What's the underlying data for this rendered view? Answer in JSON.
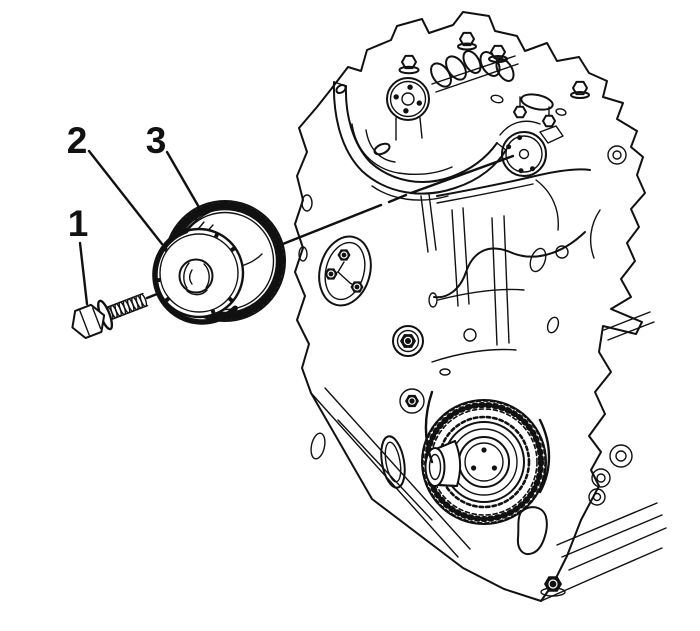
{
  "page": {
    "background_color": "#ffffff",
    "ink_color": "#111111",
    "kind": "engine service manual line illustration"
  },
  "figure": {
    "subject": "camshaft actuator sprocket and bolt installation into engine front",
    "callouts": [
      {
        "number": "1",
        "target": "actuator-bolt"
      },
      {
        "number": "2",
        "target": "camshaft-actuator-body"
      },
      {
        "number": "3",
        "target": "actuator-sprocket-teeth"
      }
    ]
  }
}
